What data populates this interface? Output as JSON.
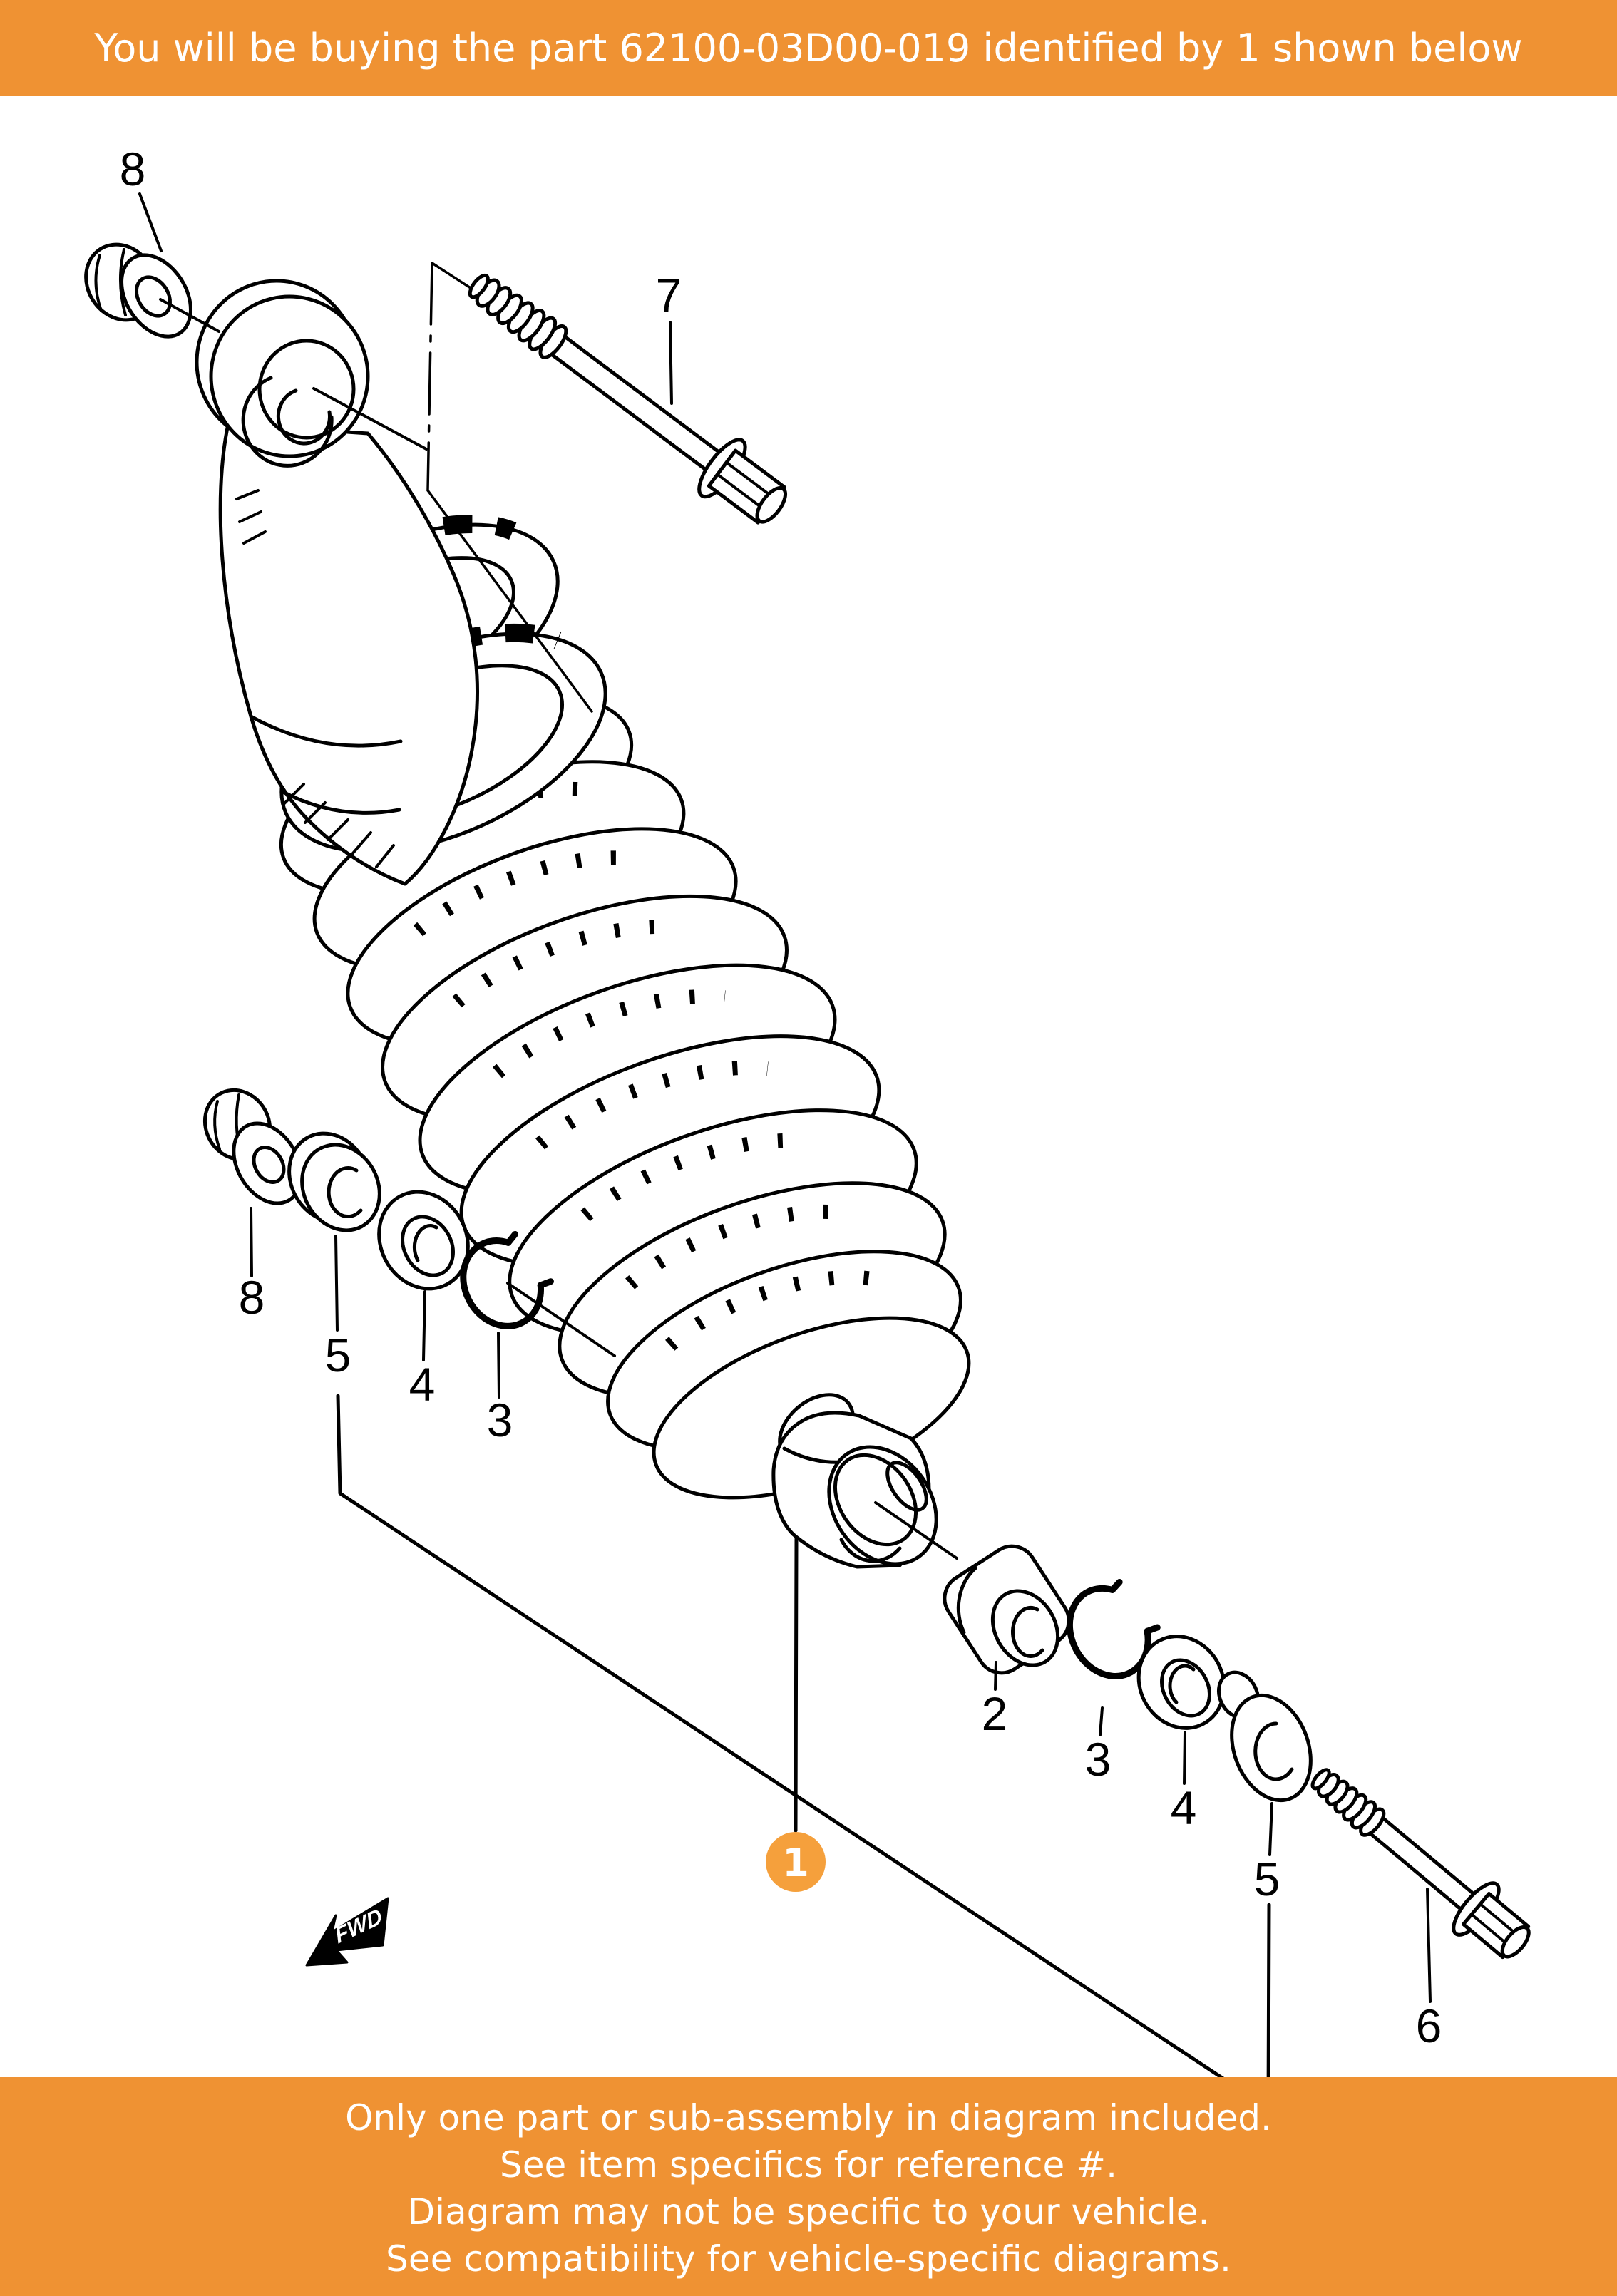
{
  "banner": {
    "text": "You will be buying the part 62100-03D00-019 identified by 1 shown below",
    "bg_color": "#EF9233",
    "text_color": "#FFFFFF"
  },
  "footer": {
    "bg_color": "#EF9233",
    "text_color": "#FFFFFF",
    "lines": [
      "Only one part or sub-assembly in diagram included.",
      "See item specifics for reference #.",
      "Diagram may not be specific to your vehicle.",
      "See compatibility for vehicle-specific diagrams."
    ]
  },
  "diagram": {
    "line_color": "#000000",
    "background": "#FFFFFF",
    "highlighted_part": {
      "number": "1",
      "badge_color": "#F5A03C",
      "text_color": "#FFFFFF"
    },
    "fwd_marker": {
      "label": "FWD"
    },
    "callouts": {
      "top_nut": "8",
      "upper_bolt": "7",
      "left_cap": "8",
      "left_spacer": "5",
      "left_seal": "4",
      "left_snap_ring": "3",
      "bearing": "2",
      "right_snap_ring": "3",
      "right_seal": "4",
      "right_spacer": "5",
      "lower_bolt": "6"
    }
  }
}
